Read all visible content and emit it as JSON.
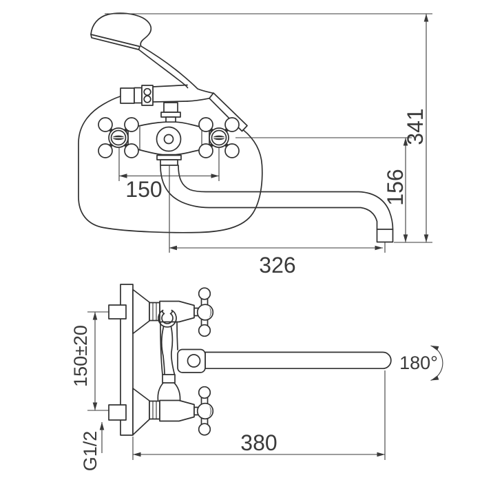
{
  "drawing": {
    "type": "technical-dimension-drawing",
    "line_color": "#303030",
    "background": "#ffffff",
    "top_view": {
      "name": "bath-mixer-with-hand-shower-front-view",
      "dim_handle_spacing": "150",
      "dim_spout_reach": "326",
      "dim_spout_height": "156",
      "dim_overall_height": "341"
    },
    "side_view": {
      "name": "wall-mounted-mixer-side-view",
      "dim_inlet_spacing": "150±20",
      "dim_thread": "G1/2",
      "dim_spout_length": "380",
      "dim_swivel_angle": "180°"
    }
  }
}
